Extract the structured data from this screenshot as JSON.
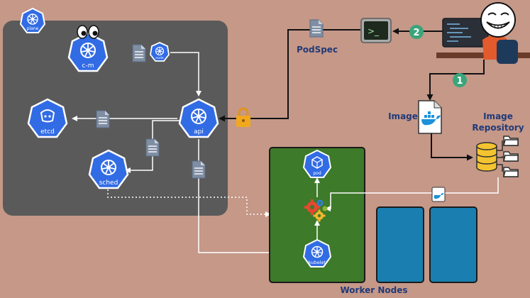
{
  "colors": {
    "background": "#c59888",
    "control_plane_panel": "#5a5a5a",
    "worker_node_active": "#3d7a2a",
    "worker_node_idle": "#1a7fb0",
    "k8s_blue": "#326ce5",
    "step_badge": "#3aa57a",
    "lock": "#f2a81d",
    "label_blue": "#213a78"
  },
  "control_plane": {
    "badge_label": "plane",
    "components": {
      "controller_manager": "c-m",
      "controller_manager_small": "node",
      "etcd": "etcd",
      "api": "api",
      "scheduler": "sched"
    }
  },
  "worker": {
    "pod_label": "pod",
    "kubelet_label": "kubelet",
    "nodes_label": "Worker Nodes"
  },
  "podspec_label": "PodSpec",
  "image_label": "Image",
  "image_repository_label": [
    "Image",
    "Repository"
  ],
  "steps": [
    "1",
    "2"
  ],
  "terminal_prompt": ">_",
  "icons": [
    "kubernetes-wheel-icon",
    "eyes-icon",
    "document-icon",
    "lock-icon",
    "terminal-icon",
    "docker-whale-icon",
    "database-icon",
    "folder-icon",
    "gears-icon",
    "troll-face-icon",
    "developer-icon"
  ]
}
